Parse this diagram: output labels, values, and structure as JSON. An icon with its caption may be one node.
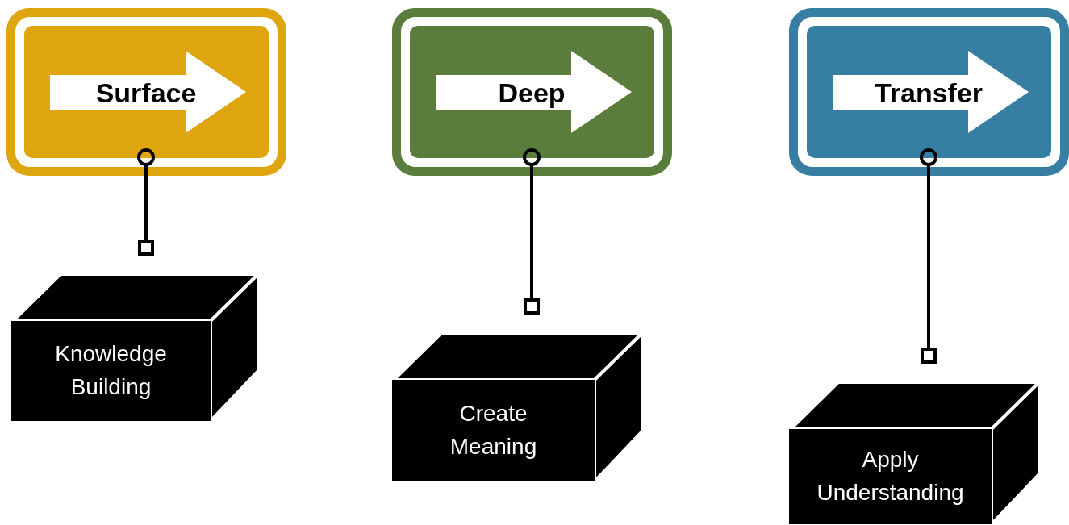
{
  "diagram": {
    "nodes": [
      {
        "text": [
          "Surface"
        ]
      },
      {
        "text": [
          "Deep"
        ]
      },
      {
        "text": [
          "Transfer"
        ]
      },
      {
        "text": [
          "Knowledge Building"
        ]
      },
      {
        "text": [
          "Create Meaning"
        ]
      },
      {
        "text": [
          "Apply Understanding"
        ]
      }
    ],
    "edges": [
      {
        "from": 0,
        "to": 3,
        "arrow": "other"
      },
      {
        "from": 1,
        "to": 4,
        "arrow": "other"
      },
      {
        "from": 2,
        "to": 5,
        "arrow": "other"
      }
    ]
  }
}
